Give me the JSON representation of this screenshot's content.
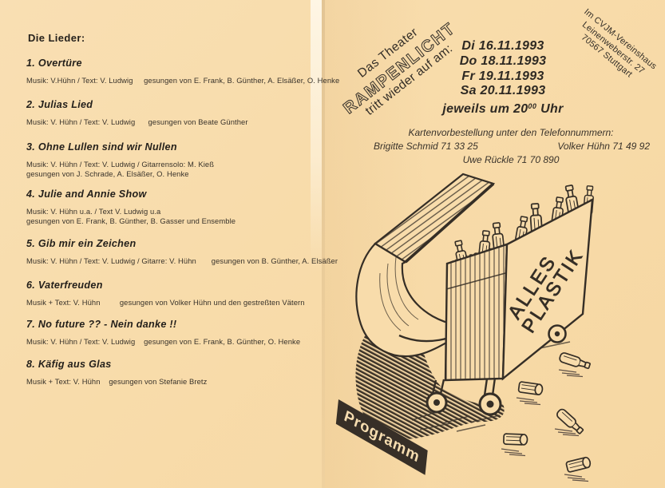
{
  "colors": {
    "paper": "#f8dcab",
    "ink": "#352e26",
    "banner_bg": "#372f27",
    "banner_text": "#f6ddb0"
  },
  "left_page": {
    "heading": "Die Lieder:",
    "songs": [
      {
        "title": "1. Overtüre",
        "lines": [
          "Musik: V.Hühn / Text: V. Ludwig     gesungen von E. Frank, B. Günther, A. Elsäßer, O. Henke"
        ]
      },
      {
        "title": "2. Julias Lied",
        "lines": [
          "Musik: V. Hühn / Text: V. Ludwig      gesungen von Beate Günther"
        ]
      },
      {
        "title": "3.  Ohne Lullen sind wir Nullen",
        "lines": [
          "Musik: V. Hühn / Text: V. Ludwig / Gitarrensolo: M. Kieß",
          "gesungen von J. Schrade, A. Elsäßer, O. Henke"
        ]
      },
      {
        "title": "4. Julie and Annie Show",
        "lines": [
          "Musik: V. Hühn u.a. / Text V. Ludwig u.a",
          "gesungen von E. Frank, B. Günther, B. Gasser und Ensemble"
        ]
      },
      {
        "title": "5. Gib mir ein Zeichen",
        "lines": [
          "Musik: V. Hühn / Text: V. Ludwig / Gitarre: V. Hühn       gesungen von B. Günther, A. Elsäßer"
        ]
      },
      {
        "title": "6. Vaterfreuden",
        "lines": [
          "Musik + Text: V. Hühn         gesungen von Volker Hühn und den gestreßten Vätern"
        ]
      },
      {
        "title": "7. No future ?? - Nein danke !!",
        "lines": [
          "Musik: V. Hühn / Text: V. Ludwig    gesungen von E. Frank, B. Günther, O. Henke"
        ]
      },
      {
        "title": "8. Käfig aus Glas",
        "lines": [
          "Musik + Text: V. Hühn    gesungen von Stefanie Bretz"
        ]
      }
    ]
  },
  "right_page": {
    "announcement": {
      "line1": "Das Theater",
      "title": "RAMPENLICHT",
      "line3": "tritt wieder auf am:"
    },
    "venue": {
      "line1": "Im CVJM-Vereinshaus",
      "line2": "Leinenweberstr. 27",
      "line3": "70567 Stuttgart"
    },
    "dates": [
      "Di 16.11.1993",
      "Do 18.11.1993",
      "Fr 19.11.1993",
      "Sa 20.11.1993"
    ],
    "time": {
      "prefix": "jeweils um 20",
      "sup": "00",
      "suffix": " Uhr"
    },
    "tickets": {
      "heading": "Kartenvorbestellung unter den Telefonnummern:",
      "contact_left": "Brigitte Schmid 71 33 25",
      "contact_right": "Volker Hühn 71 49 92",
      "contact_center": "Uwe Rückle 71 70 890"
    },
    "illustration": {
      "label_top": "ALLES",
      "label_bottom": "PLASTIK"
    },
    "banner": "Programm"
  }
}
